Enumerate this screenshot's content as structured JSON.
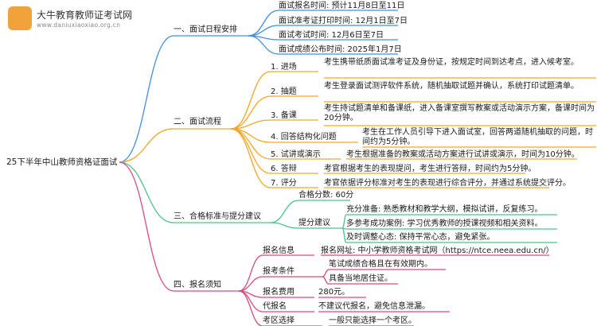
{
  "logo": {
    "title": "大牛教育教师证考试网",
    "url": "www.daniuxiaoxiao.org.cn"
  },
  "root": "25下半年中山教师资格证面试",
  "colors": {
    "schedule": "#3f8fe6",
    "process": "#f5a623",
    "standards": "#4cc38a",
    "notes": "#d94b7b"
  },
  "branches": [
    {
      "label": "一、面试日程安排",
      "items": [
        {
          "text": "面试报名时间: 预计11月8日至11日"
        },
        {
          "text": "面试准考证打印时间: 12月1日至7日"
        },
        {
          "text": "面试考试时间: 12月6日至7日"
        },
        {
          "text": "面试成绩公布时间: 2025年1月7日"
        }
      ]
    },
    {
      "label": "二、面试流程",
      "items": [
        {
          "label": "1. 进场",
          "desc": "考生携带纸质面试准考证及身份证，按规定时间到达考点，进入候考室。"
        },
        {
          "label": "2. 抽题",
          "desc": "考生登录面试测评软件系统，随机抽取试题并确认，系统打印试题清单。"
        },
        {
          "label": "3. 备课",
          "desc": "考生持试题清单和备课纸，进入备课室撰写教案或活动演示方案，备课时间为20分钟。"
        },
        {
          "label": "4. 回答结构化问题",
          "desc": "考生在工作人员引导下进入面试室，回答两道随机抽取的问题，时间约为5分钟。"
        },
        {
          "label": "5. 试讲或演示",
          "desc": "考生根据准备的教案或活动方案进行试讲或演示，时间为10分钟。"
        },
        {
          "label": "6. 答辩",
          "desc": "考官根据考生的表现提问，考生进行答辩，时间约为5分钟。"
        },
        {
          "label": "7. 评分",
          "desc": "考官依据评分标准对考生的表现进行综合评分，并通过系统提交评分。"
        }
      ]
    },
    {
      "label": "三、合格标准与提分建议",
      "items": [
        {
          "label": "合格分数: 60分"
        },
        {
          "label": "提分建议",
          "children": [
            "充分准备: 熟悉教材和教学大纲，模拟试讲，反复练习。",
            "多参考成功案例: 学习优秀教师的授课视频和相关资料。",
            "及时调整心态: 保持平常心态，避免紧张。"
          ]
        }
      ]
    },
    {
      "label": "四、报名须知",
      "items": [
        {
          "label": "报名信息",
          "children": [
            "报名网址: 中小学教师资格考试网（https://ntce.neea.edu.cn/）"
          ]
        },
        {
          "label": "报考条件",
          "children": [
            "笔试成绩合格且在有效期内。",
            "具备当地居住证。"
          ]
        },
        {
          "label": "报名费用",
          "children": [
            "280元。"
          ]
        },
        {
          "label": "代报名",
          "children": [
            "不建议代报名，避免信息泄漏。"
          ]
        },
        {
          "label": "考区选择",
          "children": [
            "一般只能选择一个考区。"
          ]
        }
      ]
    }
  ]
}
